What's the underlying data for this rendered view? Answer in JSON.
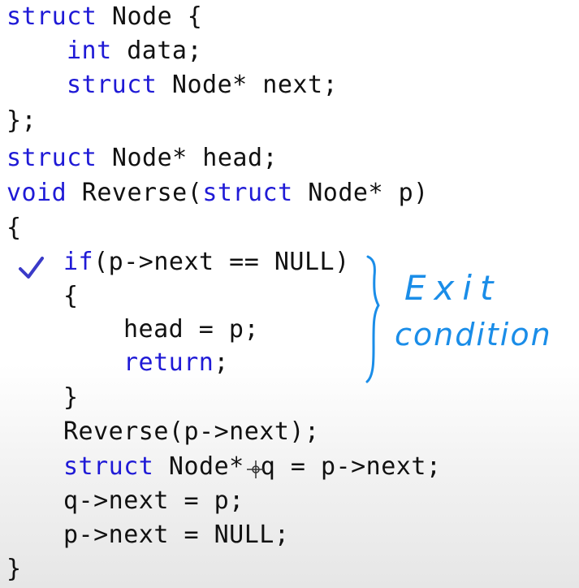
{
  "code": {
    "l1": {
      "kw": "struct",
      "rest": " Node {"
    },
    "l2": {
      "kw": "int",
      "rest": " data;"
    },
    "l3": {
      "kw": "struct",
      "rest": " Node* next;"
    },
    "l4": {
      "text": "};"
    },
    "l5": {
      "kw": "struct",
      "rest": " Node* head;"
    },
    "l6": {
      "kw": "void",
      "rest": " Reverse(",
      "kw2": "struct",
      "rest2": " Node* p)"
    },
    "l7": {
      "text": "{"
    },
    "l8": {
      "kw": "if",
      "rest": "(p->next == NULL)"
    },
    "l9": {
      "text": "{"
    },
    "l10": {
      "text": "head = p;"
    },
    "l11": {
      "kw": "return",
      "rest": ";"
    },
    "l12": {
      "text": "}"
    },
    "l13": {
      "text": "Reverse(p->next);"
    },
    "l14": {
      "kw": "struct",
      "rest": " Node*",
      "rest2": "q = p->next;"
    },
    "l15": {
      "text": "q->next = p;"
    },
    "l16": {
      "text": "p->next = NULL;"
    },
    "l17": {
      "text": "}"
    }
  },
  "annotation": {
    "line1": "Exit",
    "line2": "condition",
    "color": "#1a8de8"
  },
  "colors": {
    "keyword": "#1f1ad6",
    "text": "#111111",
    "checkmark": "#3a3ac8"
  },
  "icons": {
    "checkmark": "checkmark-icon",
    "cursor": "crosshair-cursor-icon"
  }
}
